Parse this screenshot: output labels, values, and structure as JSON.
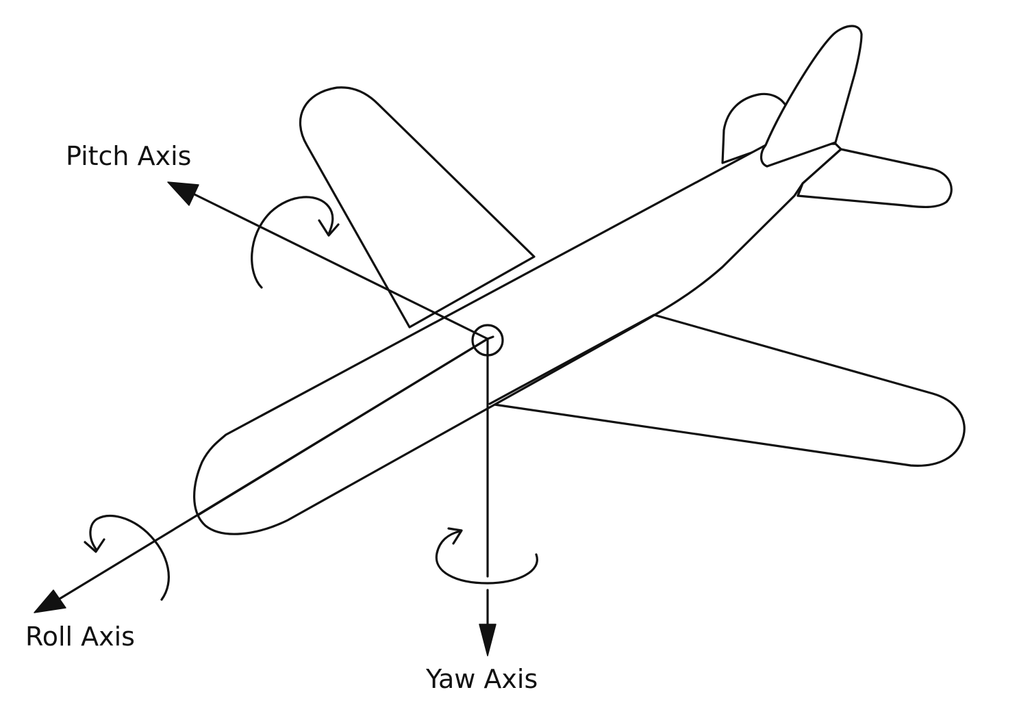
{
  "labels": {
    "pitch": "Pitch Axis",
    "roll": "Roll Axis",
    "yaw": "Yaw Axis"
  },
  "colors": {
    "line": "#111111",
    "background": "#ffffff"
  }
}
